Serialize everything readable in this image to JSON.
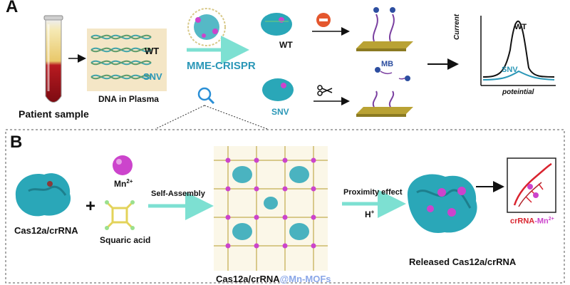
{
  "panel_a": {
    "letter": "A",
    "patient_sample": "Patient sample",
    "dna_in_plasma": "DNA in Plasma",
    "wt_label": "WT",
    "snv_label": "SNV",
    "method": "MME-CRISPR",
    "wt_result": "WT",
    "snv_result": "SNV",
    "mb_label": "MB",
    "minus_symbol": "−",
    "scissors_icon": "scissors-icon",
    "magnifier_icon": "magnifier-icon",
    "graph": {
      "y_label": "Current",
      "x_label": "poteintial",
      "wt_curve": "WT",
      "snv_curve": "SNV"
    }
  },
  "panel_b": {
    "letter": "B",
    "cas_label": "Cas12a/crRNA",
    "mn_label": "Mn",
    "mn_sup": "2+",
    "plus": "+",
    "squaric_label": "Squaric acid",
    "self_assembly": "Self-Assembly",
    "mof_label_main": "Cas12a/crRNA",
    "mof_label_accent": "@Mn-MOFs",
    "proximity": "Proximity effect",
    "h_label": "H",
    "h_sup": "+",
    "released": "Released Cas12a/crRNA",
    "crrna_a": "crRNA",
    "crrna_b": "-Mn",
    "crrna_sup": "2+"
  },
  "colors": {
    "arrow_cyan": "#7de0d2",
    "protein_teal": "#2aa7b8",
    "mn_magenta": "#cc44cc",
    "blood_red": "#a8101a",
    "plasma_yellow": "#f1dc8c",
    "electrode_gold": "#b9a234",
    "snv_text": "#2a97b7",
    "mb_blue": "#2d4ea0",
    "mof_accent": "#8aa7e8",
    "crrna_red": "#d9232e"
  }
}
